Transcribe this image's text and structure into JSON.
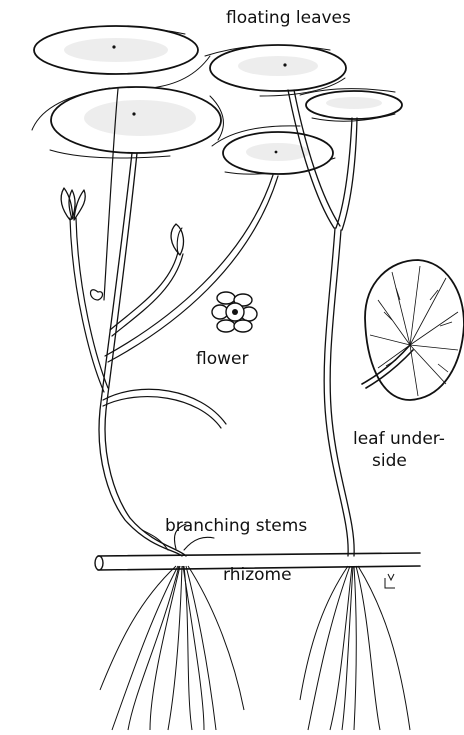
{
  "labels": {
    "floating_leaves": "floating leaves",
    "flower": "flower",
    "leaf_underside_line1": "leaf under-",
    "leaf_underside_line2": "side",
    "branching_stems": "branching stems",
    "rhizome": "rhizome"
  },
  "colors": {
    "ink": "#111111",
    "paper": "#ffffff",
    "stipple": "#7a7a7a"
  }
}
